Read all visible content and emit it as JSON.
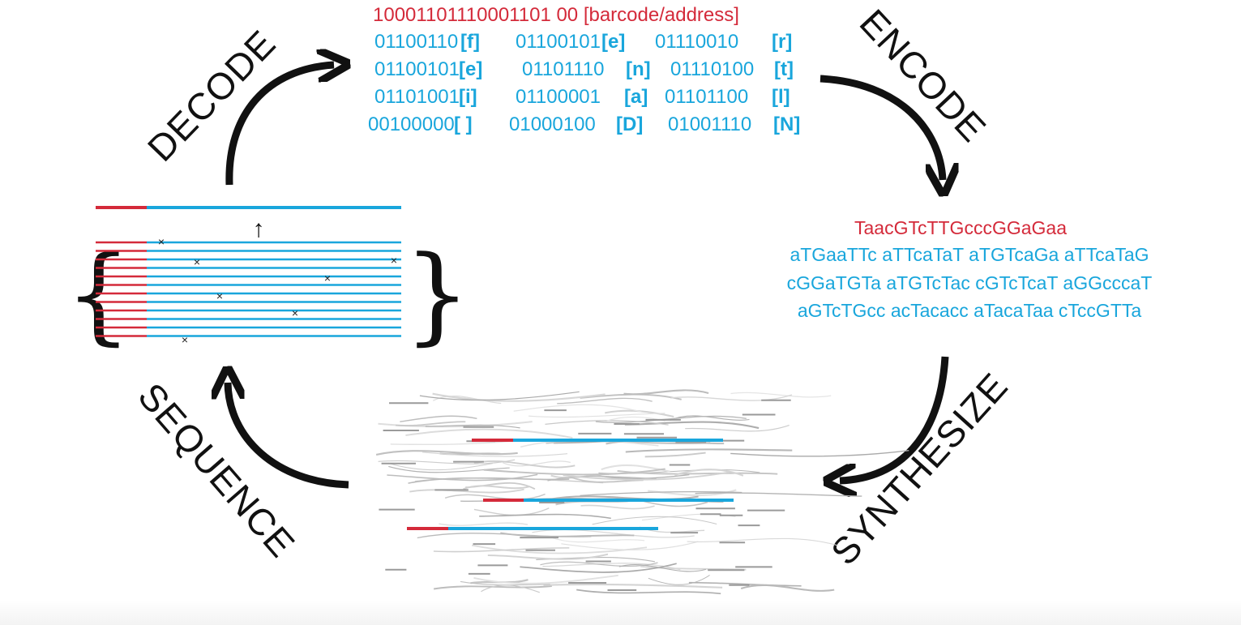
{
  "colors": {
    "address": "#d42a3a",
    "data": "#19a6dc",
    "arrow": "#111111",
    "strand_bg": "#c8c8c8"
  },
  "steps": {
    "encode": "ENCODE",
    "synthesize": "SYNTHESIZE",
    "sequence": "SEQUENCE",
    "decode": "DECODE"
  },
  "binary_block": {
    "address_line": "10001101110001101 00 [barcode/address]",
    "rows": [
      [
        {
          "bits": "01100110",
          "char": "[f]"
        },
        {
          "bits": "01100101",
          "char": "[e]"
        },
        {
          "bits": "01110010",
          "char": "[r]"
        }
      ],
      [
        {
          "bits": "01100101",
          "char": "[e]"
        },
        {
          "bits": "01101110",
          "char": "[n]"
        },
        {
          "bits": "01110100",
          "char": "[t]"
        }
      ],
      [
        {
          "bits": "01101001",
          "char": "[i]"
        },
        {
          "bits": "01100001",
          "char": "[a]"
        },
        {
          "bits": "01101100",
          "char": "[l]"
        }
      ],
      [
        {
          "bits": "00100000",
          "char": "[ ]"
        },
        {
          "bits": "01000100",
          "char": "[D]"
        },
        {
          "bits": "01001110",
          "char": "[N]"
        }
      ]
    ]
  },
  "dna_block": {
    "address_line": "TaacGTcTTGcccGGaGaa",
    "lines": [
      "aTGaaTTc aTTcaTaT aTGTcaGa aTTcaTaG",
      "cGGaTGTa aTGTcTac cGTcTcaT aGGcccaT",
      "aGTcTGcc acTacacc aTacaTaa cTccGTTa"
    ]
  },
  "alignment_marker": "↑"
}
